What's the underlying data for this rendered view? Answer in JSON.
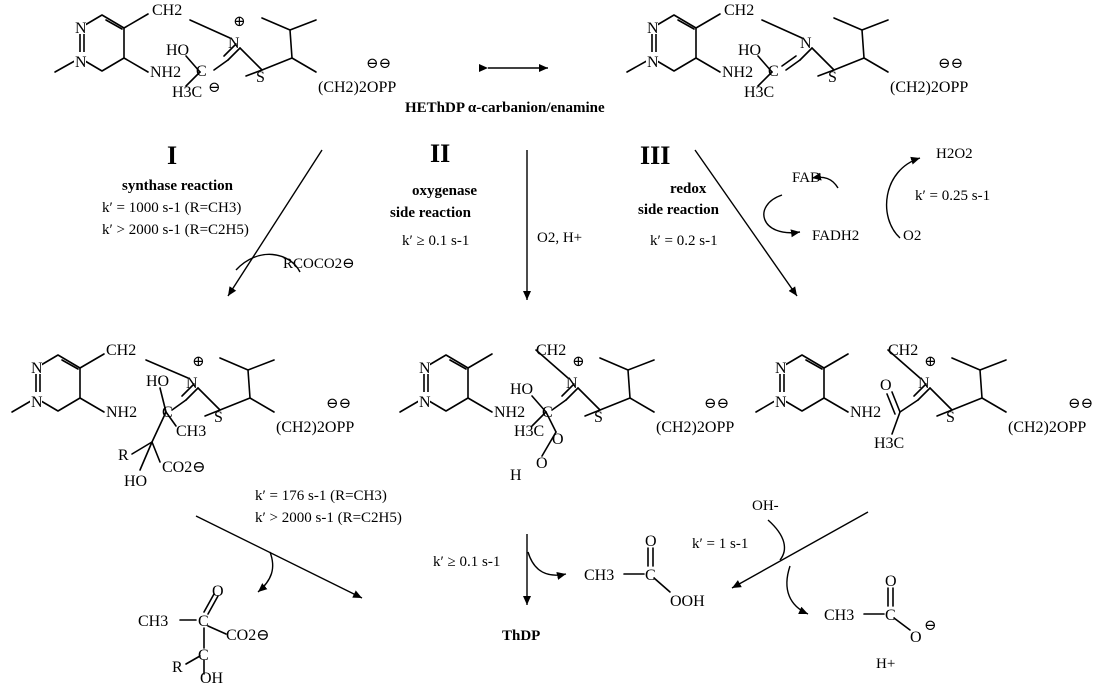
{
  "title": "HEThDP α-carbanion/enamine",
  "product": "ThDP",
  "pathways": {
    "I": {
      "numeral": "I",
      "line1": "synthase reaction",
      "k1": "k′ = 1000 s-1 (R=CH3)",
      "k2": "k′ > 2000 s-1 (R=C2H5)",
      "reagent": "RCOCO2⊖"
    },
    "II": {
      "numeral": "II",
      "line1": "oxygenase",
      "line2": "side reaction",
      "k1": "k′ ≥ 0.1 s-1",
      "reagent": "O2, H+"
    },
    "III": {
      "numeral": "III",
      "line1": "redox",
      "line2": "side reaction",
      "k1": "k′ = 0.2 s-1"
    }
  },
  "redox_cycle": {
    "fad": "FAD",
    "fadh2": "FADH2",
    "h2o2": "H2O2",
    "o2": "O2",
    "k": "k′ = 0.25 s-1"
  },
  "decomp": {
    "I": {
      "k1": "k′ = 176 s-1 (R=CH3)",
      "k2": "k′ > 2000 s-1 (R=C2H5)"
    },
    "II": {
      "k": "k′ ≥ 0.1 s-1",
      "product": "CH3–C(=O)OOH"
    },
    "III": {
      "k": "k′ = 1 s-1",
      "reagent": "OH-",
      "product": "CH3–C(=O)O⊖",
      "proton": "H+"
    }
  },
  "atoms": {
    "N": "N",
    "S": "S",
    "NH2": "NH2",
    "CH2": "CH2",
    "HO": "HO",
    "H3C": "H3C",
    "C": "C",
    "chain": "(CH2)2OPP",
    "charge2": "⊖⊖",
    "plus": "⊕",
    "minus": "⊖",
    "CH3": "CH3",
    "R": "R",
    "CO2": "CO2⊖",
    "O": "O",
    "H": "H",
    "OH": "OH",
    "OOH": "OOH",
    "Hplus": "H+"
  }
}
